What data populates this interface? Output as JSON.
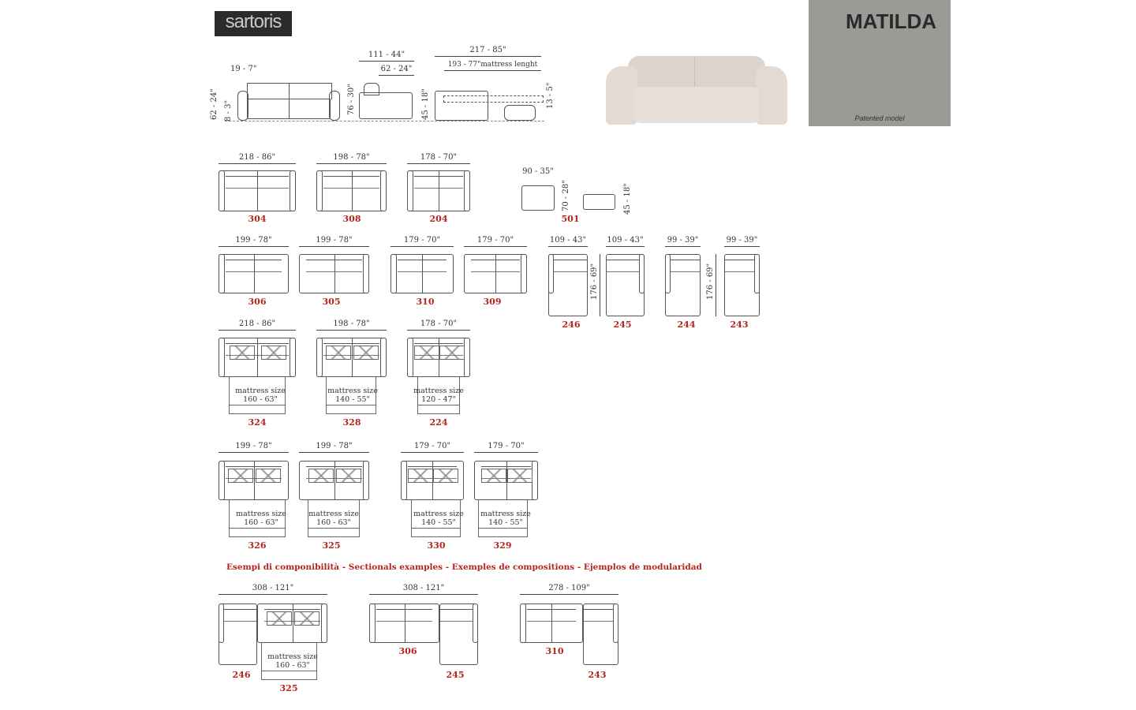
{
  "header": {
    "logo": "sartoris",
    "title": "MATILDA",
    "patent_note": "Patented model"
  },
  "side_views": {
    "arm_width": "19 - 7\"",
    "height": "62 - 24\"",
    "leg_height": "8 - 3\"",
    "depth": "111 - 44\"",
    "seat_depth": "62 - 24\"",
    "back_height": "76 - 30\"",
    "seat_height": "45 - 18\"",
    "open_length": "217 - 85\"",
    "mattress_length": "193 - 77\"mattress lenght",
    "mattress_height": "13 - 5\""
  },
  "row1": [
    {
      "code": "304",
      "dim": "218 - 86\""
    },
    {
      "code": "308",
      "dim": "198 - 78\""
    },
    {
      "code": "204",
      "dim": "178 - 70\""
    },
    {
      "code": "501",
      "dim": "90 - 35\"",
      "depth": "70 - 28\"",
      "height": "45 - 18\""
    }
  ],
  "row2": [
    {
      "code": "306",
      "dim": "199 - 78\""
    },
    {
      "code": "305",
      "dim": "199 - 78\""
    },
    {
      "code": "310",
      "dim": "179 - 70\""
    },
    {
      "code": "309",
      "dim": "179 - 70\""
    },
    {
      "code": "246",
      "dim": "109 - 43\""
    },
    {
      "code": "245",
      "dim": "109 - 43\""
    },
    {
      "code": "244",
      "dim": "99 - 39\""
    },
    {
      "code": "243",
      "dim": "99 - 39\""
    }
  ],
  "chaise_length": "176 - 69\"",
  "mattress_label": "mattress size",
  "row3": [
    {
      "code": "324",
      "dim": "218 - 86\"",
      "mattress": "160 - 63\""
    },
    {
      "code": "328",
      "dim": "198 - 78\"",
      "mattress": "140 - 55\""
    },
    {
      "code": "224",
      "dim": "178 - 70\"",
      "mattress": "120 - 47\""
    }
  ],
  "row4": [
    {
      "code": "326",
      "dim": "199 - 78\"",
      "mattress": "160 - 63\""
    },
    {
      "code": "325",
      "dim": "199 - 78\"",
      "mattress": "160 - 63\""
    },
    {
      "code": "330",
      "dim": "179 - 70\"",
      "mattress": "140 - 55\""
    },
    {
      "code": "329",
      "dim": "179 - 70\"",
      "mattress": "140 - 55\""
    }
  ],
  "caption": "Esempi di componibilità  -  Sectionals examples - Exemples de compositions - Ejemplos de modularidad",
  "compositions": [
    {
      "dim": "308 - 121\"",
      "codes": [
        "246",
        "325"
      ],
      "mattress": "160 - 63\""
    },
    {
      "dim": "308 - 121\"",
      "codes": [
        "306",
        "245"
      ]
    },
    {
      "dim": "278 - 109\"",
      "codes": [
        "310",
        "243"
      ]
    }
  ],
  "colors": {
    "code": "#b3261e",
    "panel": "#9c9a97"
  }
}
